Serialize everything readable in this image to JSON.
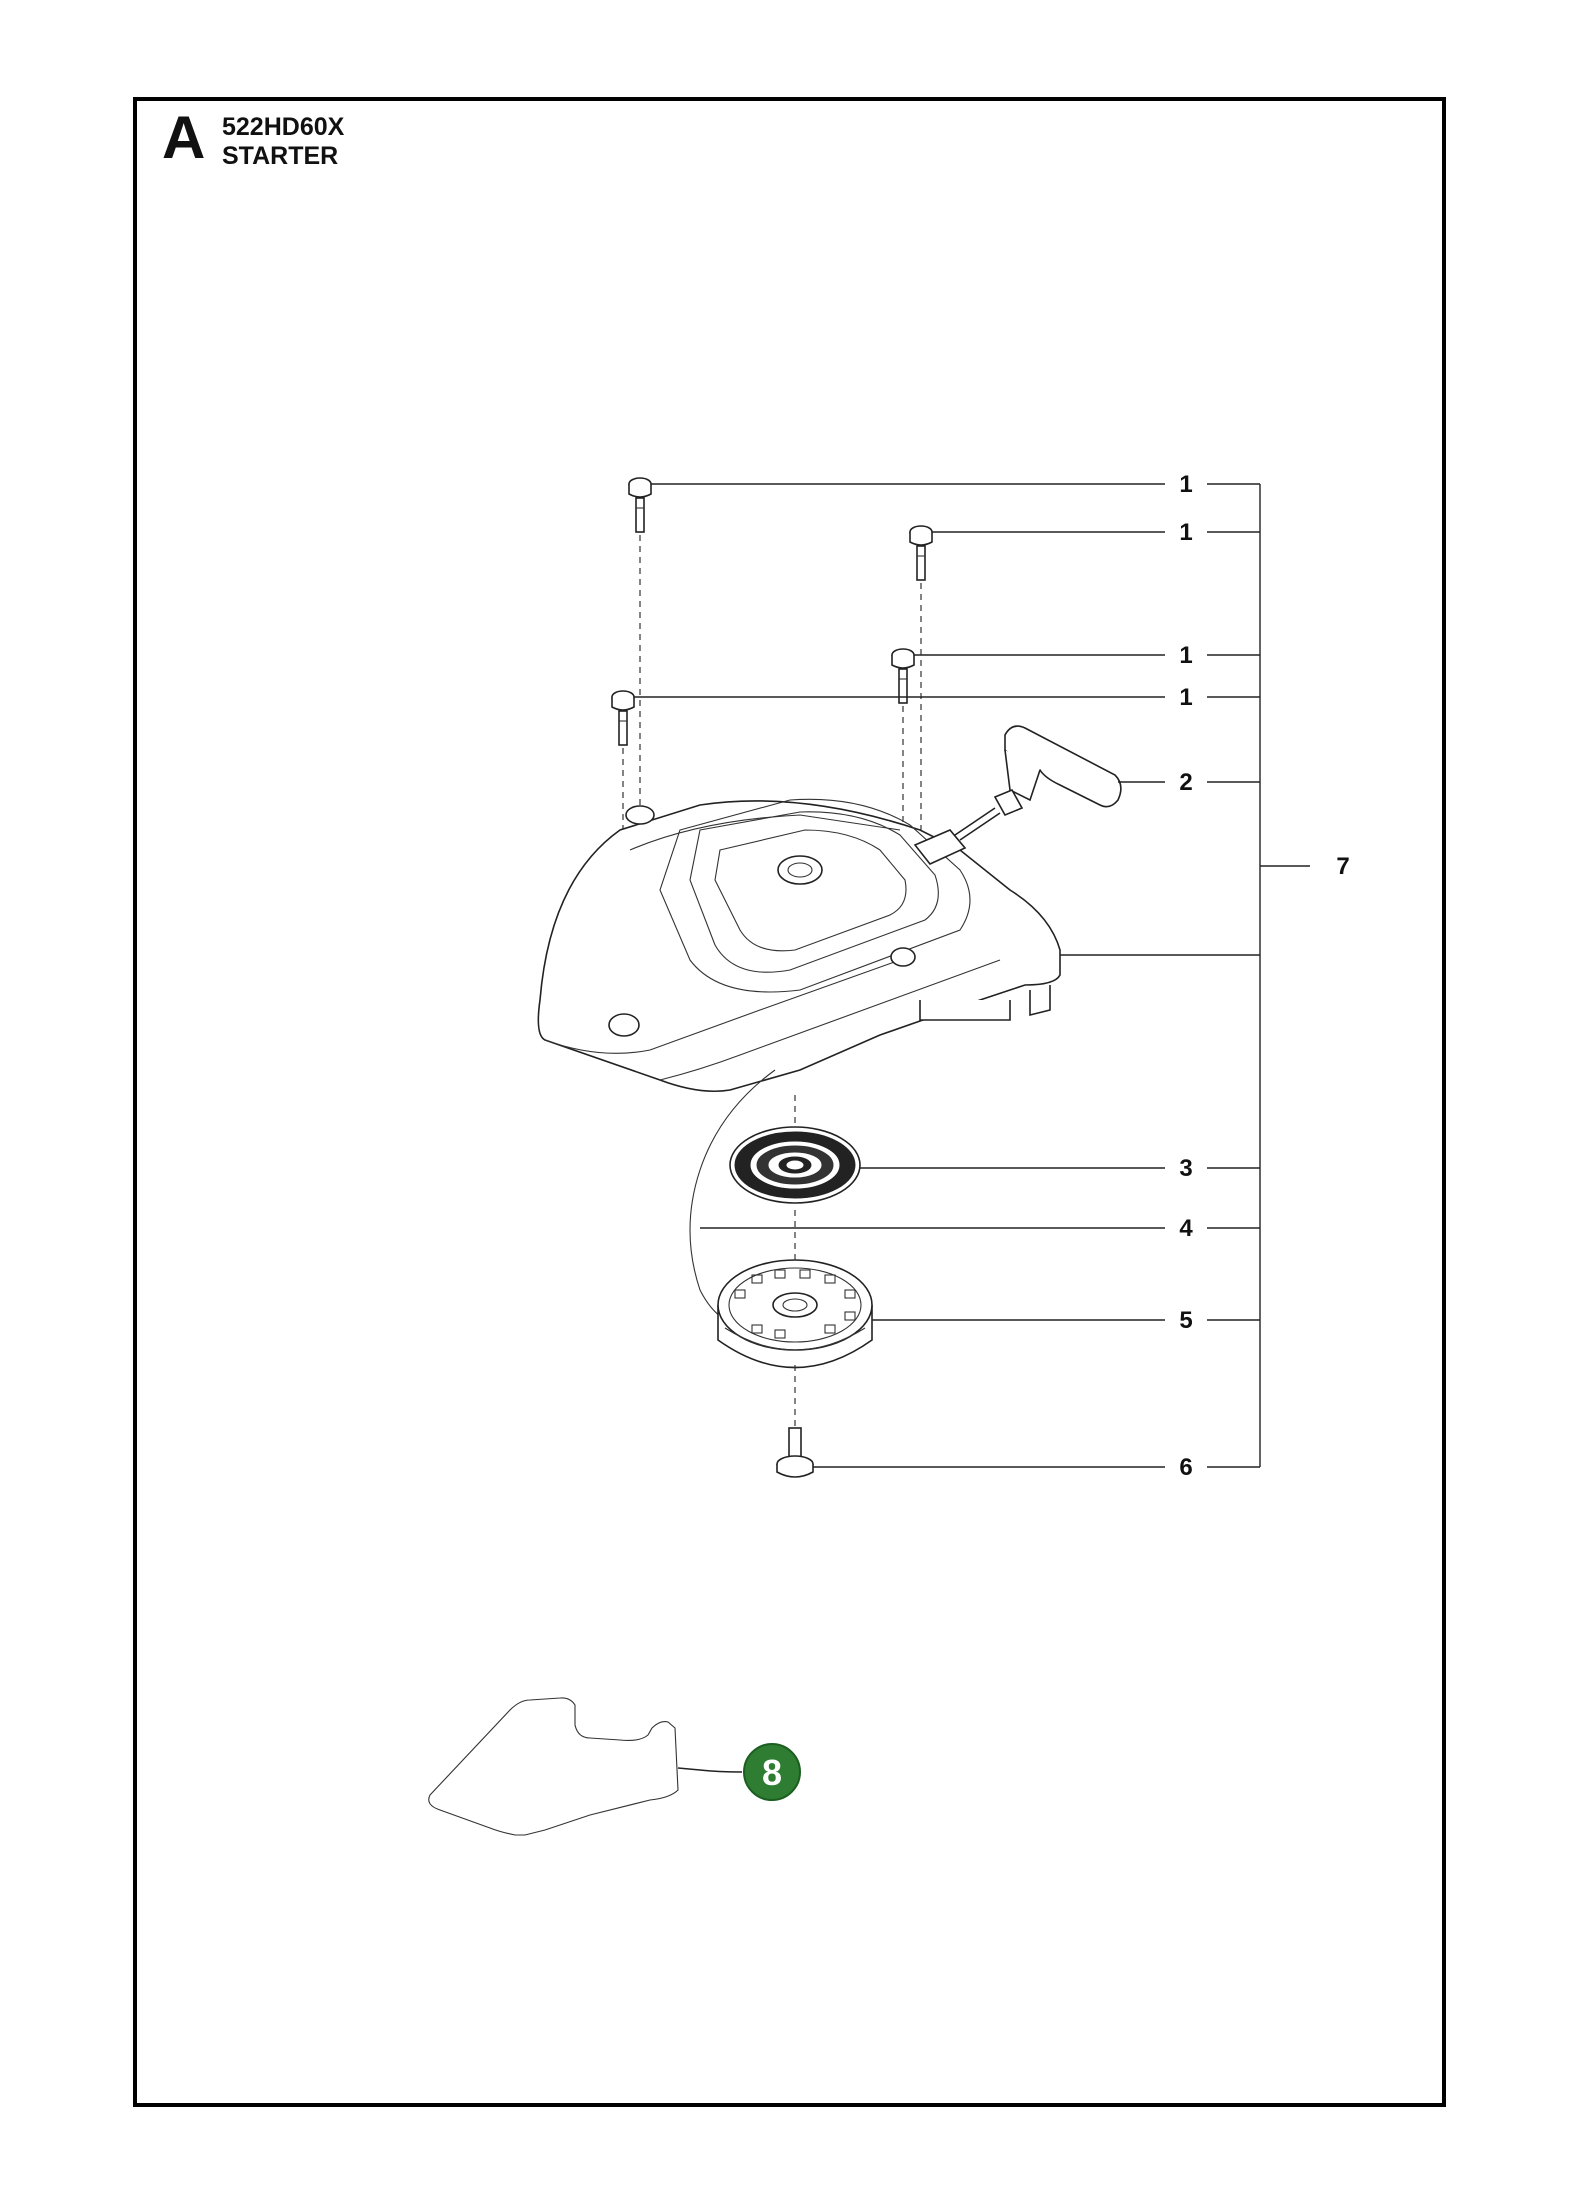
{
  "header": {
    "section_letter": "A",
    "model": "522HD60X",
    "title": "STARTER"
  },
  "callouts": {
    "screw_1a": "1",
    "screw_1b": "1",
    "screw_1c": "1",
    "screw_1d": "1",
    "handle": "2",
    "spring": "3",
    "cord": "4",
    "pulley": "5",
    "center_screw": "6",
    "assembly": "7",
    "decal": "8"
  },
  "colors": {
    "frame": "#000000",
    "badge_green": "#2e7d32",
    "badge_text": "#ffffff"
  }
}
